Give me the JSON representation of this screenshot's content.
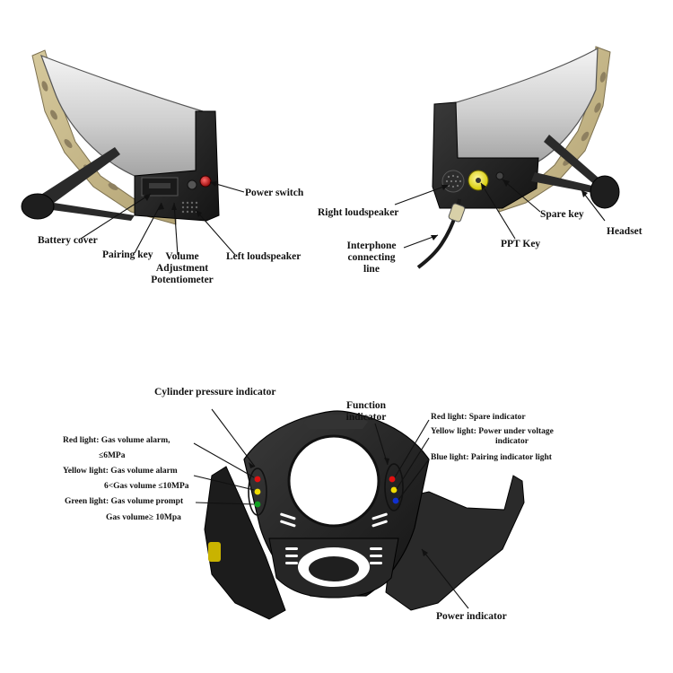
{
  "colors": {
    "shield_frame": "#c8b98a",
    "visor_top": "#f2f2f2",
    "visor_bottom": "#a9a9a9",
    "housing": "#222222",
    "power_switch": "#b01818",
    "ptt_key": "#e5dc00",
    "indicator_red": "#e01010",
    "indicator_yellow": "#f0dc00",
    "indicator_green": "#10a020",
    "indicator_blue": "#1030d0"
  },
  "left_view": {
    "labels": {
      "power_switch": "Power switch",
      "battery_cover": "Battery cover",
      "pairing_key": "Pairing key",
      "volume_line1": "Volume",
      "volume_line2": "Adjustment",
      "volume_line3": "Potentiometer",
      "left_loudspeaker": "Left loudspeaker"
    }
  },
  "right_view": {
    "labels": {
      "right_loudspeaker": "Right loudspeaker",
      "spare_key": "Spare key",
      "headset": "Headset",
      "ppt_key": "PPT Key",
      "interphone_line1": "Interphone",
      "interphone_line2": "connecting",
      "interphone_line3": "line"
    }
  },
  "front_view": {
    "labels": {
      "cylinder_pressure": "Cylinder pressure indicator",
      "function_line1": "Function",
      "function_line2": "indicator",
      "red_gas_line1": "Red light: Gas volume alarm,",
      "red_gas_line2": "≤6MPa",
      "yellow_gas_line1": "Yellow light: Gas volume alarm",
      "yellow_gas_line2": "6<Gas volume ≤10MPa",
      "green_gas_line1": "Green light: Gas volume prompt",
      "green_gas_line2": "Gas volume≥ 10Mpa",
      "red_spare": "Red light: Spare indicator",
      "yellow_power_line1": "Yellow light: Power under voltage",
      "yellow_power_line2": "indicator",
      "blue_pairing": "Blue light: Pairing indicator light",
      "power_indicator": "Power indicator"
    }
  }
}
